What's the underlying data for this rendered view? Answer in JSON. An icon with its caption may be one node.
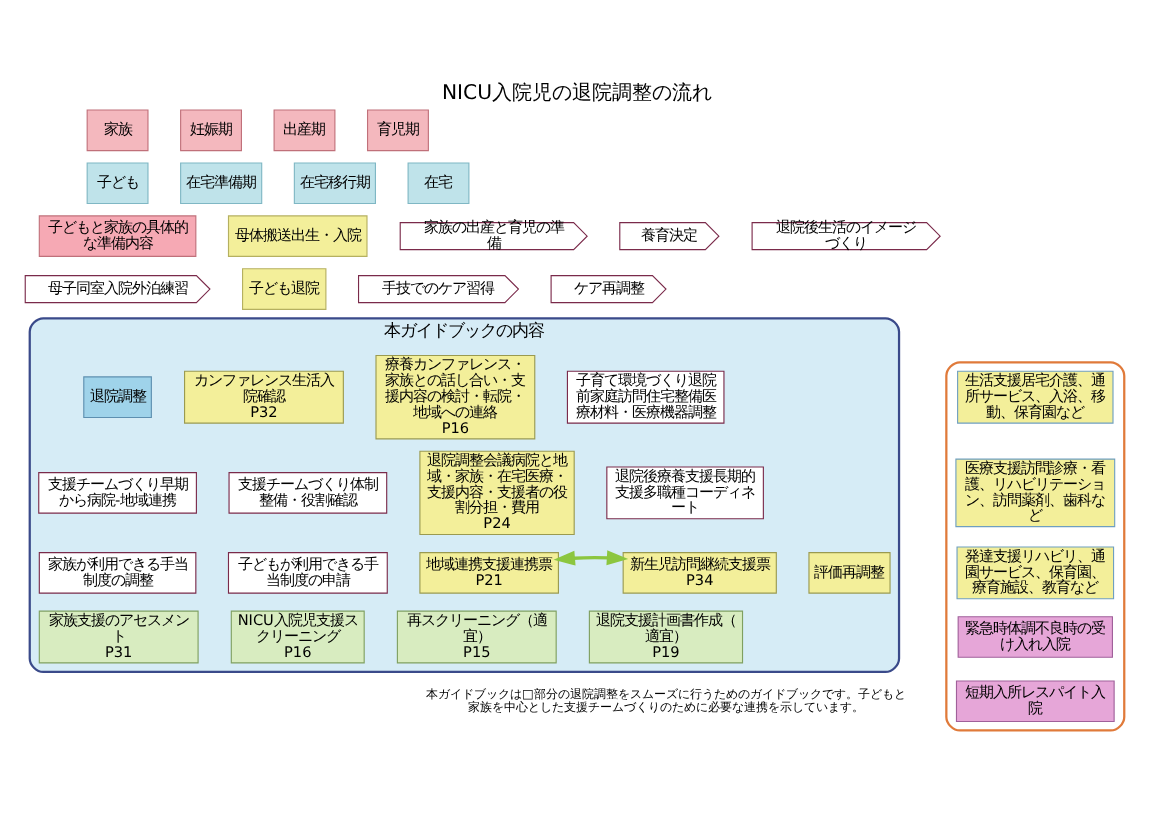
{
  "diagram": {
    "title": "NICU入院児の退院調整の流れ",
    "caption": "本ガイドブックは□部分の退院調整をスムーズに行うためのガイドブックです。子どもと家族を中心とした支援チームづくりのために必要な連携を示しています。",
    "nodes": [
      {
        "text": [
          "家族"
        ]
      },
      {
        "text": [
          "妊娠期"
        ]
      },
      {
        "text": [
          "出産期"
        ]
      },
      {
        "text": [
          "育児期"
        ]
      },
      {
        "text": [
          "子ども"
        ]
      },
      {
        "text": [
          "在宅準備期"
        ]
      },
      {
        "text": [
          "在宅移行期"
        ]
      },
      {
        "text": [
          "在宅"
        ]
      },
      {
        "text": [
          "母体搬送出生・入院"
        ]
      },
      {
        "text": [
          "子ども退院"
        ]
      },
      {
        "text": [
          "子どもと家族の具体的な準備内容"
        ]
      },
      {
        "text": [
          "家族の出産と育児の準備"
        ]
      },
      {
        "text": [
          "養育決定"
        ]
      },
      {
        "text": [
          "退院後生活のイメージづくり"
        ]
      },
      {
        "text": [
          "母子同室入院外泊練習"
        ]
      },
      {
        "text": [
          "手技でのケア習得"
        ]
      },
      {
        "text": [
          "ケア再調整"
        ]
      },
      {
        "text": [
          "本ガイドブックの内容"
        ]
      },
      {
        "text": [
          "退院調整"
        ],
        "in": 17
      },
      {
        "text": [
          "カンファレンス生活入院確認",
          "P32"
        ],
        "in": 17
      },
      {
        "text": [
          "療養カンファレンス・家族との話し合い・支援内容の検討・転院・地域への連絡",
          "P16"
        ],
        "in": 17
      },
      {
        "text": [
          "子育て環境づくり退院前家庭訪問住宅整備医療材料・医療機器調整"
        ],
        "in": 17
      },
      {
        "text": [
          "支援チームづくり早期から病院-地域連携"
        ],
        "in": 17
      },
      {
        "text": [
          "支援チームづくり体制整備・役割確認"
        ],
        "in": 17
      },
      {
        "text": [
          "家族が利用できる手当制度の調整"
        ],
        "in": 17
      },
      {
        "text": [
          "子どもが利用できる手当制度の申請"
        ],
        "in": 17
      },
      {
        "text": [
          "退院調整会議病院と地域・家族・在宅医療・支援内容・支援者の役割分担・費用",
          "P24"
        ],
        "in": 17
      },
      {
        "text": [
          "退院後療養支援長期的支援多職種コーディネート"
        ],
        "in": 17
      },
      {
        "text": [
          "家族支援のアセスメント",
          "P31"
        ],
        "in": 17
      },
      {
        "text": [
          "NICU入院児支援スクリーニング",
          "P16"
        ],
        "in": 17
      },
      {
        "text": [
          "再スクリーニング（適宜）",
          "P15"
        ],
        "in": 17
      },
      {
        "text": [
          "退院支援計画書作成（適宜）",
          "P19"
        ],
        "in": 17
      },
      {
        "text": [
          "地域連携支援連携票",
          "P21"
        ],
        "in": 17
      },
      {
        "text": [
          "新生児訪問継続支援票",
          "P34"
        ],
        "in": 17
      },
      {
        "text": [
          "評価再調整"
        ],
        "in": 17
      },
      {
        "text": [],
        "shape": "box"
      },
      {
        "text": [
          "生活支援居宅介護、通所サービス、入浴、移動、保育園など"
        ],
        "in": 35
      },
      {
        "text": [
          "医療支援訪問診療・看護、リハビリテーション、訪問薬剤、歯科など"
        ],
        "in": 35
      },
      {
        "text": [
          "発達支援リハビリ、通園サービス、保育園、療育施設、教育など"
        ],
        "in": 35
      },
      {
        "text": [
          "緊急時体調不良時の受け入れ入院"
        ],
        "in": 35
      },
      {
        "text": [
          "短期入所レスパイト入院"
        ],
        "in": 35
      }
    ],
    "edges": [
      {
        "from": 32,
        "to": 33,
        "arrow": "both",
        "color": "#8cc63f"
      }
    ]
  }
}
